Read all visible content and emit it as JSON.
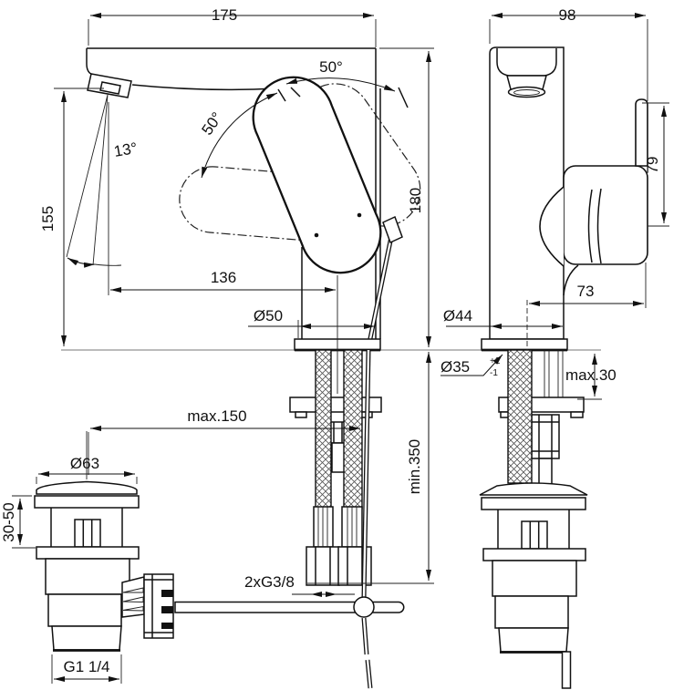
{
  "drawing": {
    "front_view": {
      "width": "175",
      "spout_height": "155",
      "aerator_angle": "13°",
      "handle_swing_left": "50°",
      "handle_swing_right": "50°",
      "spout_reach": "136",
      "height_above_deck": "180",
      "base_diameter": "Ø50"
    },
    "side_view": {
      "depth": "98",
      "handle_length": "79",
      "handle_reach": "73",
      "base_diameter": "Ø44",
      "hole_diameter": "Ø35",
      "hole_tolerance_plus": "+2",
      "hole_tolerance_minus": "-1",
      "max_deck_thickness": "max.30"
    },
    "installation": {
      "min_hose_length": "min.350",
      "max_drain_distance": "max.150",
      "supply_connections": "2xG3/8"
    },
    "drain": {
      "plug_diameter": "Ø63",
      "adjustment_range": "30-50",
      "outlet_thread": "G1 1/4"
    }
  }
}
